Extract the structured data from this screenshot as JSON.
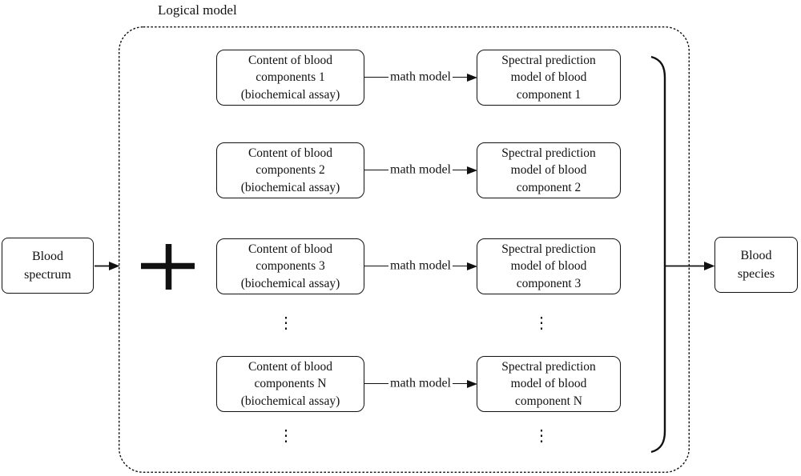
{
  "diagram": {
    "outer_label": "Logical model",
    "plus_symbol": "+",
    "ellipsis": "⋮",
    "source": {
      "lines": [
        "Blood",
        "spectrum"
      ]
    },
    "sink": {
      "lines": [
        "Blood",
        "species"
      ]
    },
    "rows": [
      {
        "left": [
          "Content of blood",
          "components 1",
          "(biochemical assay)"
        ],
        "connector": "math model",
        "right": [
          "Spectral prediction",
          "model of blood",
          "component 1"
        ]
      },
      {
        "left": [
          "Content of blood",
          "components 2",
          "(biochemical assay)"
        ],
        "connector": "math model",
        "right": [
          "Spectral prediction",
          "model of blood",
          "component 2"
        ]
      },
      {
        "left": [
          "Content of blood",
          "components 3",
          "(biochemical assay)"
        ],
        "connector": "math model",
        "right": [
          "Spectral prediction",
          "model of blood",
          "component 3"
        ]
      },
      {
        "left": [
          "Content of blood",
          "components N",
          "(biochemical assay)"
        ],
        "connector": "math model",
        "right": [
          "Spectral prediction",
          "model of blood",
          "component N"
        ]
      }
    ],
    "colors": {
      "line": "#111111",
      "background": "#ffffff"
    }
  }
}
